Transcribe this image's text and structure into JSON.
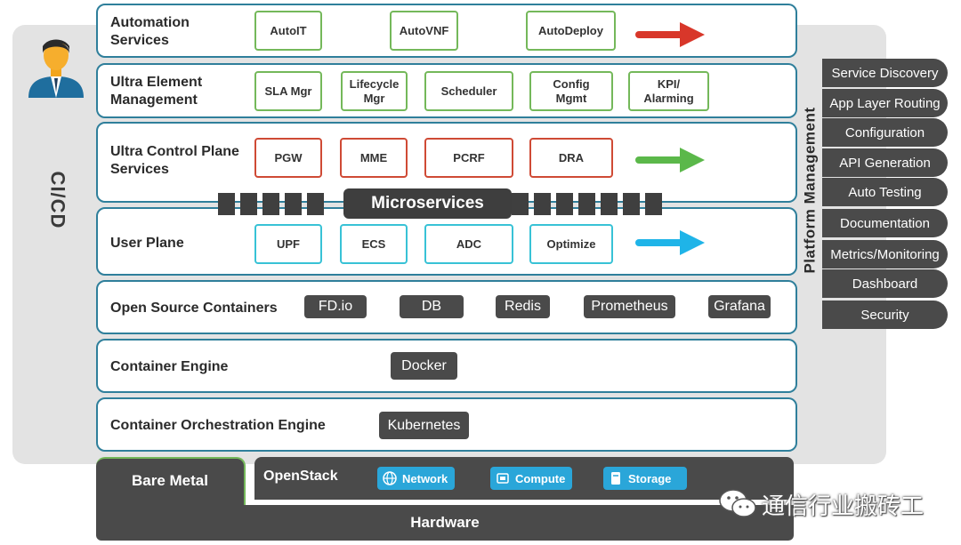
{
  "left_bar": {
    "label": "CI/CD"
  },
  "layers": {
    "automation": {
      "title_line1": "Automation",
      "title_line2": "Services",
      "items": [
        "AutoIT",
        "AutoVNF",
        "AutoDeploy"
      ]
    },
    "element_mgmt": {
      "title_line1": "Ultra Element",
      "title_line2": "Management",
      "items": [
        "SLA Mgr",
        "Lifecycle Mgr",
        "Scheduler",
        "Config Mgmt",
        "KPI/ Alarming"
      ]
    },
    "control_plane": {
      "title_line1": "Ultra Control Plane",
      "title_line2": "Services",
      "items": [
        "PGW",
        "MME",
        "PCRF",
        "DRA"
      ]
    },
    "microservices": {
      "label": "Microservices"
    },
    "user_plane": {
      "title": "User Plane",
      "items": [
        "UPF",
        "ECS",
        "ADC",
        "Optimize"
      ]
    },
    "open_source": {
      "title": "Open Source Containers",
      "items": [
        "FD.io",
        "DB",
        "Redis",
        "Prometheus",
        "Grafana"
      ]
    },
    "engine": {
      "title": "Container Engine",
      "item": "Docker"
    },
    "orchestration": {
      "title": "Container Orchestration Engine",
      "item": "Kubernetes"
    }
  },
  "platform_management": {
    "title": "Platform Management",
    "items": [
      "Service Discovery",
      "App Layer Routing",
      "Configuration",
      "API Generation",
      "Auto Testing",
      "Documentation",
      "Metrics/Monitoring",
      "Dashboard",
      "Security"
    ]
  },
  "infrastructure": {
    "bare_metal": "Bare Metal",
    "openstack": {
      "title": "OpenStack",
      "items": [
        "Network",
        "Compute",
        "Storage"
      ]
    },
    "hardware": "Hardware"
  },
  "watermark": {
    "text": "通信行业搬砖工"
  },
  "colors": {
    "automation_border": "#74b85a",
    "control_border": "#cf4a35",
    "user_border": "#38c2d6",
    "layer_border": "#2f7f9b",
    "openstack_button": "#2aa6d9",
    "dark": "#4a4a4a"
  }
}
